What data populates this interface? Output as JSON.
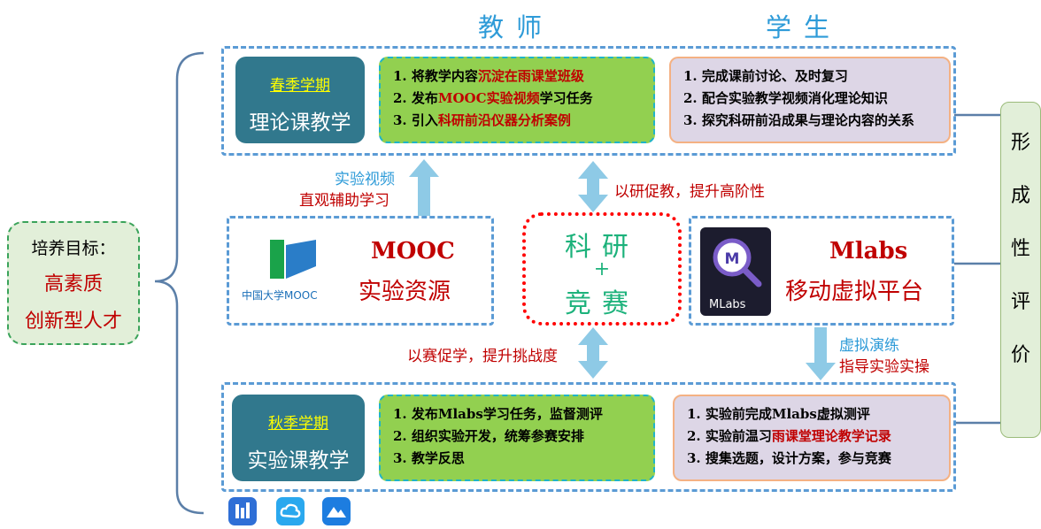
{
  "goal": {
    "title": "培养目标：",
    "line1": "高素质",
    "line2": "创新型人才"
  },
  "headers": {
    "teacher": "教师",
    "student": "学生"
  },
  "formative": [
    "形",
    "成",
    "性",
    "评",
    "价"
  ],
  "spring": {
    "semester": "春季学期",
    "course": "理论课教学",
    "teacher_items": [
      {
        "pre": "1. 将教学内容",
        "hl": "沉淀在雨课堂班级",
        "post": ""
      },
      {
        "pre": "2. 发布",
        "hl": "MOOC实验视频",
        "post": "学习任务"
      },
      {
        "pre": "3. 引入",
        "hl": "科研前沿仪器分析案例",
        "post": ""
      }
    ],
    "student_items": [
      "1. 完成课前讨论、及时复习",
      "2. 配合实验教学视频消化理论知识",
      "3. 探究科研前沿成果与理论内容的关系"
    ]
  },
  "autumn": {
    "semester": "秋季学期",
    "course": "实验课教学",
    "teacher_items": [
      "1. 发布Mlabs学习任务，监督测评",
      "2. 组织实验开发，统筹参赛安排",
      "3. 教学反思"
    ],
    "student_items": [
      {
        "pre": "1. 实验前完成Mlabs虚拟测评",
        "hl": "",
        "post": ""
      },
      {
        "pre": "2. 实验前温习",
        "hl": "雨课堂理论教学记录",
        "post": ""
      },
      {
        "pre": "3. 搜集选题，设计方案，参与竞赛",
        "hl": "",
        "post": ""
      }
    ]
  },
  "mooc": {
    "logo_text": "中国大学MOOC",
    "title": "MOOC",
    "subtitle": "实验资源"
  },
  "mlabs": {
    "logo_text": "MLabs",
    "title": "Mlabs",
    "subtitle": "移动虚拟平台"
  },
  "center": {
    "top": "科研",
    "plus": "+",
    "bottom": "竞赛"
  },
  "notes": {
    "video_line1": "实验视频",
    "video_line2": "直观辅助学习",
    "research": "以研促教，提升高阶性",
    "competition": "以赛促学，提升挑战度",
    "virtual_line1": "虚拟演练",
    "virtual_line2": "指导实验实操"
  },
  "colors": {
    "accent_blue": "#2e9bd8",
    "highlight_red": "#c00000",
    "green_box": "#92d050",
    "teal": "#31788d"
  }
}
